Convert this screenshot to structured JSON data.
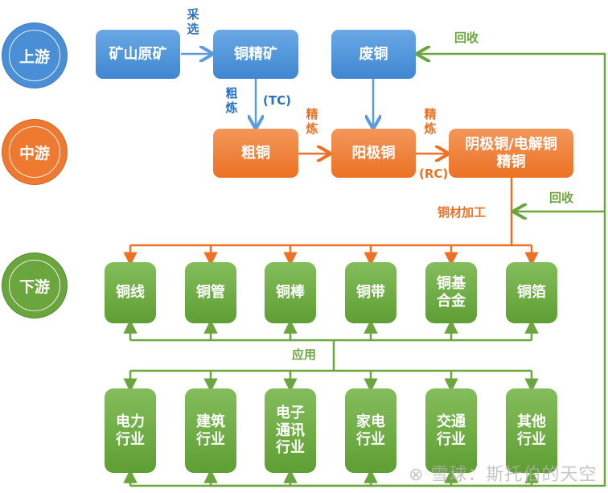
{
  "stages": {
    "upstream": "上游",
    "midstream": "中游",
    "downstream": "下游"
  },
  "upstream_nodes": {
    "ore": "矿山原矿",
    "concentrate": "铜精矿",
    "scrap": "废铜"
  },
  "midstream_nodes": {
    "blister": "粗铜",
    "anode": "阳极铜",
    "cathode_line1": "阴极铜/电解铜",
    "cathode_line2": "精铜"
  },
  "flow_labels": {
    "mining_top": "采",
    "mining_bottom": "选",
    "rough_top": "粗",
    "rough_bottom": "炼",
    "tc": "(TC)",
    "refine1_top": "精",
    "refine1_bottom": "炼",
    "refine2_top": "精",
    "refine2_bottom": "炼",
    "rc": "(RC)",
    "recycle_top": "回收",
    "recycle_mid": "回收",
    "processing": "铜材加工",
    "application": "应用"
  },
  "products": [
    {
      "line1": "铜线",
      "line2": ""
    },
    {
      "line1": "铜管",
      "line2": ""
    },
    {
      "line1": "铜棒",
      "line2": ""
    },
    {
      "line1": "铜带",
      "line2": ""
    },
    {
      "line1": "铜基",
      "line2": "合金"
    },
    {
      "line1": "铜箔",
      "line2": ""
    }
  ],
  "industries": [
    {
      "lines": [
        "电力",
        "行业"
      ]
    },
    {
      "lines": [
        "建筑",
        "行业"
      ]
    },
    {
      "lines": [
        "电子",
        "通讯",
        "行业"
      ]
    },
    {
      "lines": [
        "家电",
        "行业"
      ]
    },
    {
      "lines": [
        "交通",
        "行业"
      ]
    },
    {
      "lines": [
        "其他",
        "行业"
      ]
    }
  ],
  "watermark": "雪球：斯托伯的天空",
  "colors": {
    "blue": "#4a8fd6",
    "orange": "#ec7124",
    "green": "#6aa63d"
  }
}
